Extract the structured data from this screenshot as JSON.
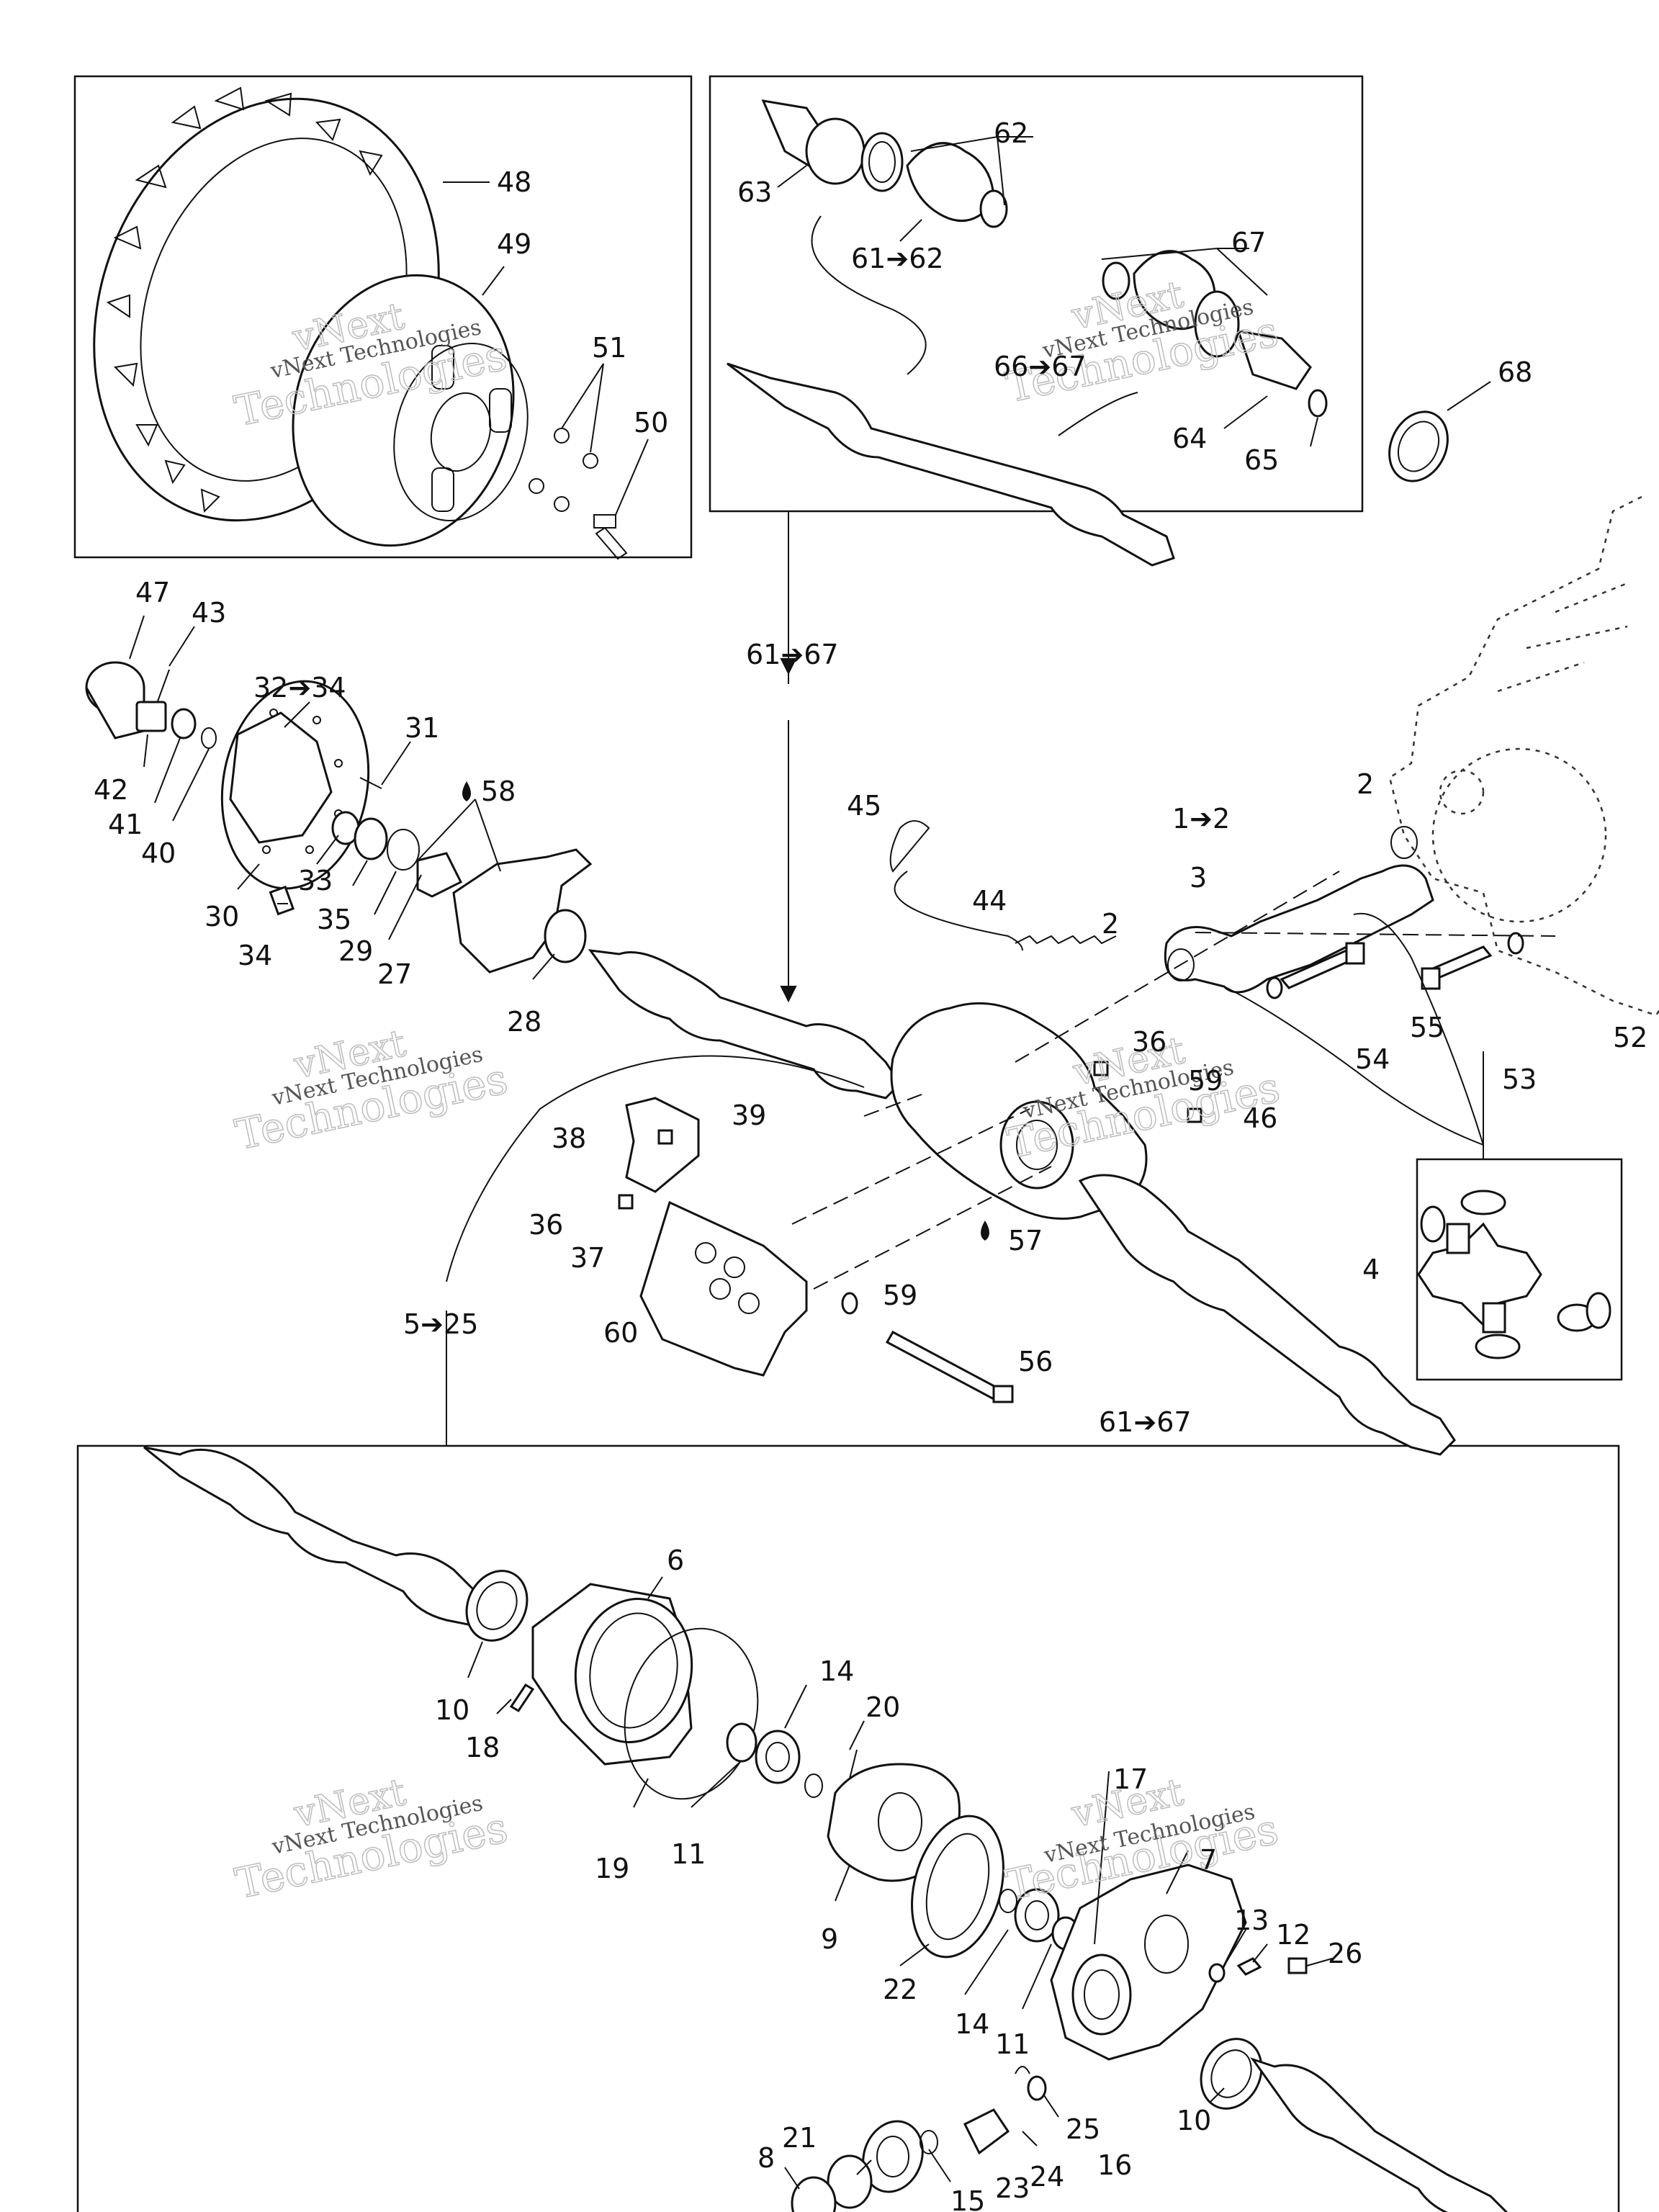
{
  "watermark": {
    "line1": "vNext",
    "line2": "Technologies",
    "small": "vNext Technologies"
  },
  "labels": {
    "l48": "48",
    "l49": "49",
    "l51": "51",
    "l50": "50",
    "l62": "62",
    "l63": "63",
    "l61_62": "61➔62",
    "l67": "67",
    "l66_67": "66➔67",
    "l64": "64",
    "l65": "65",
    "l68": "68",
    "l47": "47",
    "l43": "43",
    "l32_34": "32➔34",
    "l31": "31",
    "l58": "58",
    "l42": "42",
    "l41": "41",
    "l40": "40",
    "l33": "33",
    "l35": "35",
    "l30": "30",
    "l29": "29",
    "l27": "27",
    "l34": "34",
    "l28": "28",
    "l61_67a": "61➔67",
    "l45": "45",
    "l44": "44",
    "l1_2": "1➔2",
    "l2a": "2",
    "l2b": "2",
    "l3": "3",
    "l55": "55",
    "l54": "54",
    "l52": "52",
    "l53": "53",
    "l36a": "36",
    "l59a": "59",
    "l46": "46",
    "l38": "38",
    "l39": "39",
    "l36b": "36",
    "l37": "37",
    "l57": "57",
    "l60": "60",
    "l59b": "59",
    "l56": "56",
    "l61_67b": "61➔67",
    "l5_25": "5➔25",
    "l4": "4",
    "l6": "6",
    "l10a": "10",
    "l18": "18",
    "l14a": "14",
    "l20": "20",
    "l19": "19",
    "l11a": "11",
    "l9": "9",
    "l17": "17",
    "l7": "7",
    "l22": "22",
    "l14b": "14",
    "l11b": "11",
    "l13": "13",
    "l12": "12",
    "l26": "26",
    "l10b": "10",
    "l21": "21",
    "l8": "8",
    "l25": "25",
    "l16": "16",
    "l24": "24",
    "l23": "23",
    "l15": "15"
  }
}
